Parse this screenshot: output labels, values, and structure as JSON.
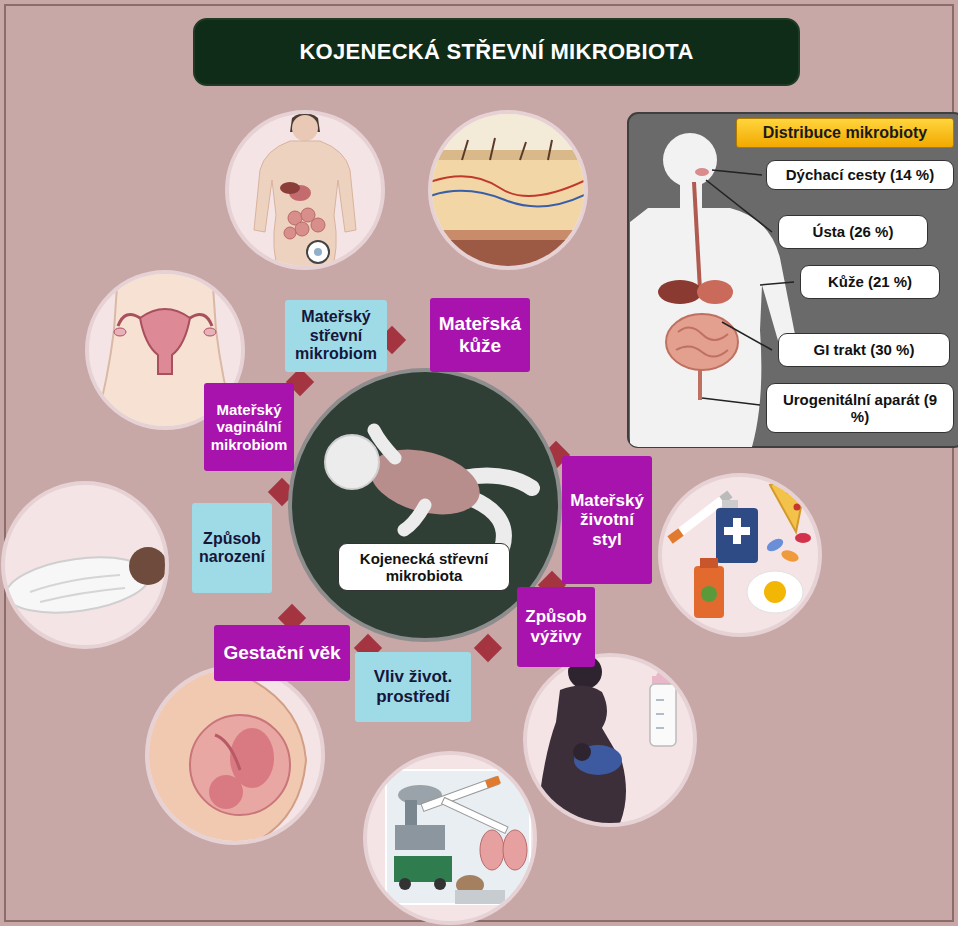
{
  "diagram": {
    "title": "KOJENECKÁ STŘEVNÍ MIKROBIOTA",
    "nodes": [
      {
        "text": [
          "Mateřský střevní mikrobiom"
        ]
      },
      {
        "text": [
          "Mateřská kůže"
        ]
      },
      {
        "text": [
          "Distribuce mikrobioty"
        ]
      },
      {
        "text": [
          "Dýchací cesty (14 %)"
        ]
      },
      {
        "text": [
          "Ústa (26 %)"
        ]
      },
      {
        "text": [
          "Kůže (21 %)"
        ]
      },
      {
        "text": [
          "GI trakt (30 %)"
        ]
      },
      {
        "text": [
          "Urogenitální aparát (9 %)"
        ]
      },
      {
        "text": [
          "Mateřský vaginální mikrobiom"
        ]
      },
      {
        "text": [
          "Mateřský životní styl"
        ]
      },
      {
        "text": [
          "Způsob narození"
        ]
      },
      {
        "text": [
          "Kojenecká střevní mikrobiota"
        ]
      },
      {
        "text": [
          "Způsob výživy"
        ]
      },
      {
        "text": [
          "Gestační věk"
        ]
      },
      {
        "text": [
          "Vliv život. prostředí"
        ]
      }
    ]
  }
}
